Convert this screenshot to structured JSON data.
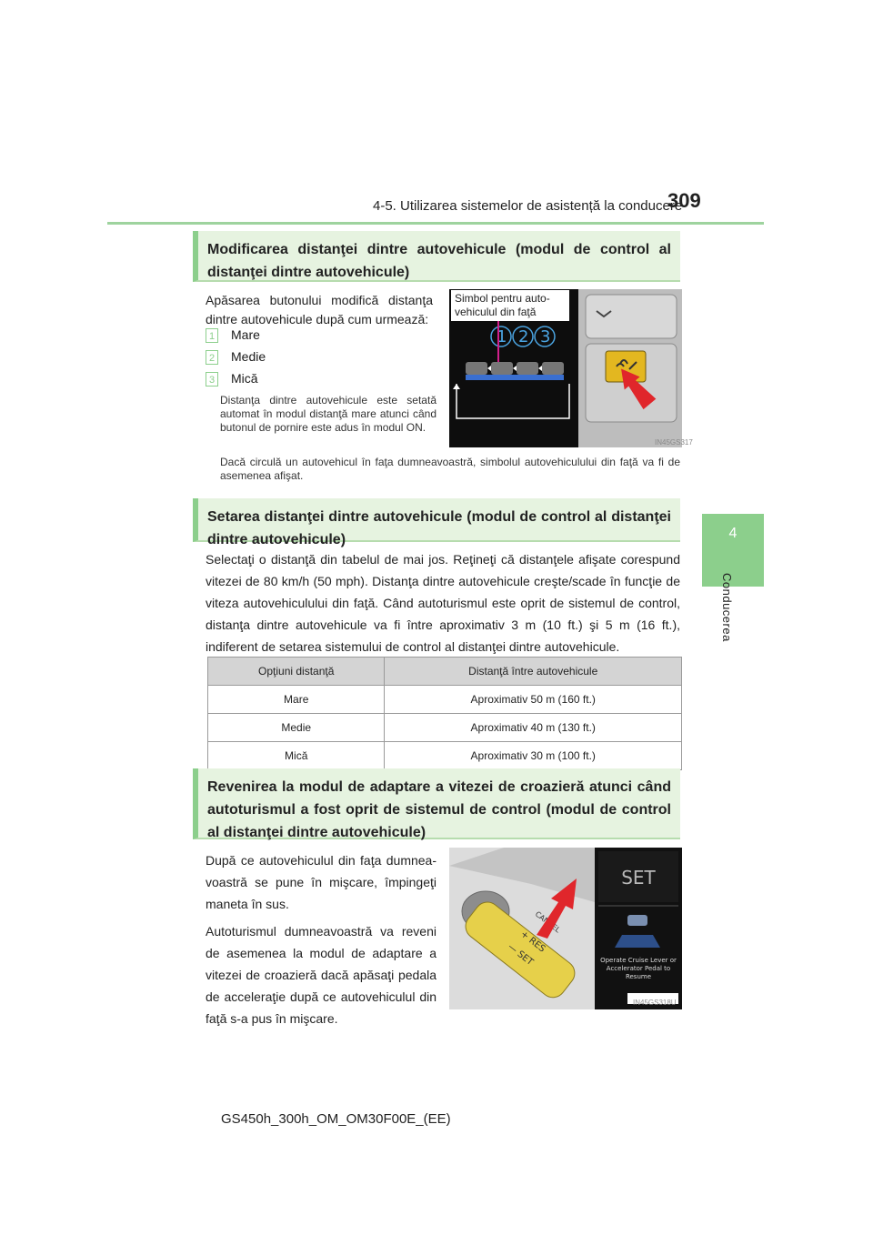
{
  "header": {
    "section_title": "4-5. Utilizarea sistemelor de asistență la conducere",
    "page_number": "309"
  },
  "side_tab": {
    "number": "4",
    "label": "Conducerea"
  },
  "section1": {
    "heading": "Modificarea distanţei dintre autovehicule (modul de control al distanţei dintre autovehicule)",
    "intro": "Apăsarea butonului modifică distanţa dintre autovehicule după cum urmează:",
    "items": [
      {
        "num": "1",
        "label": "Mare"
      },
      {
        "num": "2",
        "label": "Medie"
      },
      {
        "num": "3",
        "label": "Mică"
      }
    ],
    "note1": "Distanţa dintre autovehicule este setată automat în modul distanţă mare atunci când butonul de pornire este adus în modul ON.",
    "note2": "Dacă circulă un autovehicul în faţa dumneavoastră, simbolul autovehiculului din faţă va fi de asemenea afişat.",
    "figure": {
      "callout": "Simbol pentru auto-vehiculul din faţă",
      "numbers": [
        "1",
        "2",
        "3"
      ],
      "code": "IN45GS317"
    }
  },
  "section2": {
    "heading": "Setarea distanţei dintre autovehicule (modul de control al distanţei dintre autovehicule)",
    "body": "Selectaţi o distanţă din tabelul de mai jos. Reţineţi că distanţele afişate corespund vitezei de 80 km/h (50 mph). Distanţa dintre autovehicule creşte/scade în funcţie de viteza autovehiculului din faţă. Când autoturismul este oprit de sistemul de control, distanţa dintre autovehicule va fi între aproximativ 3 m (10 ft.) şi 5 m (16 ft.), indiferent de setarea sistemului de control al distanţei dintre autovehicule.",
    "table": {
      "headers": [
        "Opţiuni distanţă",
        "Distanţă între autovehicule"
      ],
      "rows": [
        [
          "Mare",
          "Aproximativ 50 m (160 ft.)"
        ],
        [
          "Medie",
          "Aproximativ 40 m (130 ft.)"
        ],
        [
          "Mică",
          "Aproximativ 30 m (100 ft.)"
        ]
      ]
    }
  },
  "section3": {
    "heading": "Revenirea la modul de adaptare a vitezei de croazieră atunci când autoturismul a fost oprit de sistemul de control (modul de control al distanţei dintre autovehicule)",
    "para1": "După ce autovehiculul din faţa dumnea-voastră se pune în mişcare, împingeţi maneta în sus.",
    "para2": "Autoturismul dumneavoastră va reveni de asemenea la modul de adaptare a vitezei de croazieră dacă apăsaţi pedala de acceleraţie după ce autovehiculul din faţă s-a pus în mişcare.",
    "figure": {
      "display_set": "SET",
      "display_message_line1": "Operate Cruise Lever or",
      "display_message_line2": "Accelerator Pedal to",
      "display_message_line3": "Resume",
      "lever_res": "+ RES",
      "lever_set": "— SET",
      "lever_cancel": "CANCEL",
      "code": "IN45GS318U"
    }
  },
  "footer": {
    "doc_code": "GS450h_300h_OM_OM30F00E_(EE)"
  },
  "colors": {
    "accent_green": "#8ccf8c",
    "section_bg": "#e6f3e0",
    "arrow_red": "#e0262b",
    "table_header_bg": "#d4d4d4"
  }
}
